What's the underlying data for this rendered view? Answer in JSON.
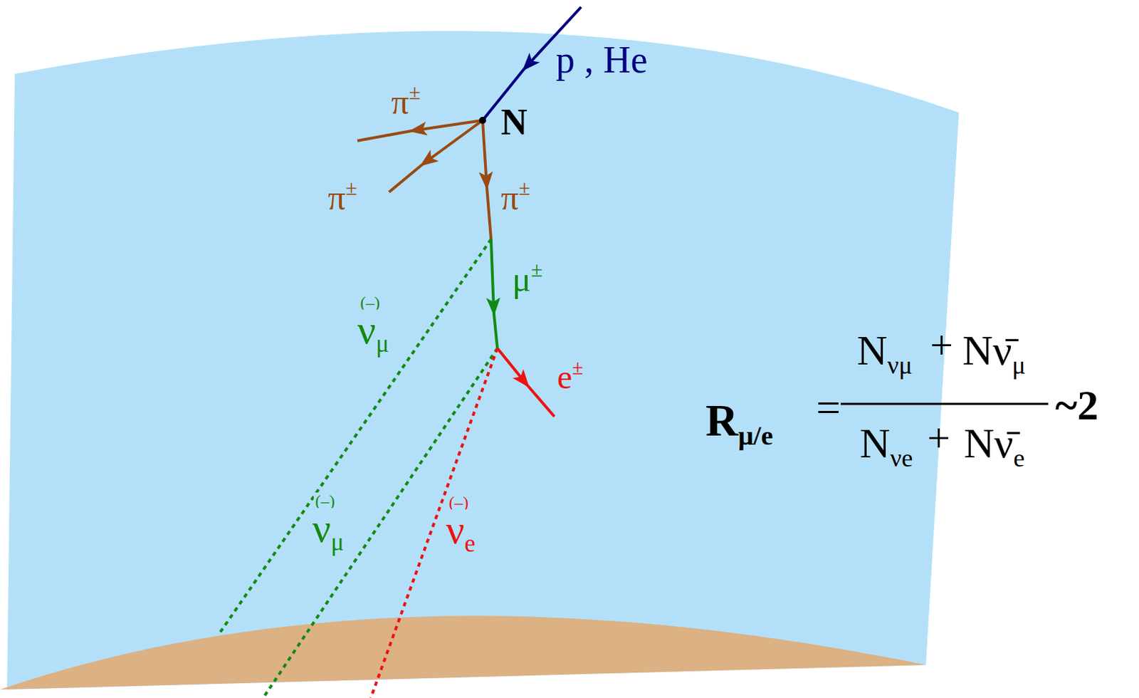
{
  "diagram": {
    "labels": [
      "p , He",
      "N",
      "π±",
      "π±",
      "π±",
      "μ±",
      "e±",
      "(–)",
      "νμ",
      "(–)",
      "νμ",
      "(–)",
      "νe",
      "Rμ/e",
      "=",
      "Nνμ",
      "+",
      "Nν̄μ",
      "Nνe",
      "+",
      "Nν̄e",
      "~2"
    ]
  }
}
